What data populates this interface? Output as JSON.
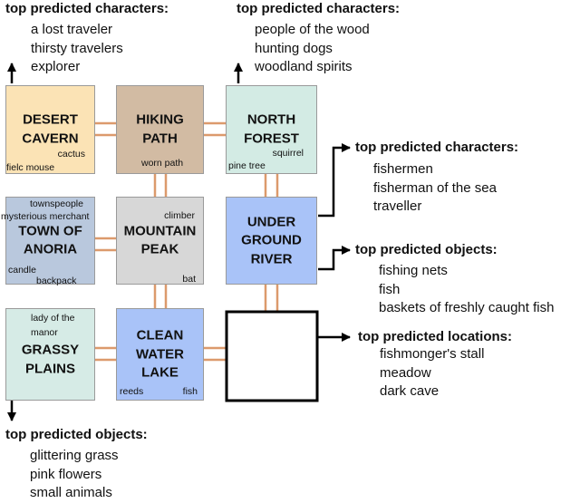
{
  "colors": {
    "desert": "#fbe3b5",
    "path": "#d2bba3",
    "forest": "#d3ebe4",
    "town": "#b9c8dd",
    "mountain": "#d7d7d7",
    "river": "#a9c3f8",
    "grassy": "#d6ebe6",
    "lake": "#a9c3f8",
    "connector": "#dc9a6c"
  },
  "panels": {
    "top_left": {
      "heading": "top predicted characters:",
      "items": [
        "a lost traveler",
        "thirsty travelers",
        "explorer"
      ]
    },
    "top_right": {
      "heading": "top predicted characters:",
      "items": [
        "people of the wood",
        "hunting dogs",
        "woodland spirits"
      ]
    },
    "river_characters": {
      "heading": "top predicted characters:",
      "items": [
        "fishermen",
        "fisherman of the sea",
        "traveller"
      ]
    },
    "river_objects": {
      "heading": "top predicted objects:",
      "items": [
        "fishing nets",
        "fish",
        "baskets of freshly caught fish"
      ]
    },
    "empty_locations": {
      "heading": "top predicted locations:",
      "items": [
        "fishmonger's stall",
        "meadow",
        "dark cave"
      ]
    },
    "bottom_left": {
      "heading": "top predicted objects:",
      "items": [
        "glittering grass",
        "pink flowers",
        "small animals"
      ]
    }
  },
  "rooms": {
    "desert": {
      "name": "DESERT\nCAVERN",
      "ann": [
        "cactus",
        "fielc mouse"
      ]
    },
    "path": {
      "name": "HIKING\nPATH",
      "ann": [
        "worn path"
      ]
    },
    "forest": {
      "name": "NORTH\nFOREST",
      "ann": [
        "squirrel",
        "pine tree"
      ]
    },
    "town": {
      "name": "TOWN OF\nANORIA",
      "ann": [
        "townspeople",
        "mysterious merchant",
        "candle",
        "backpack"
      ]
    },
    "mountain": {
      "name": "MOUNTAIN\nPEAK",
      "ann": [
        "climber",
        "bat"
      ]
    },
    "river": {
      "name": "UNDER\nGROUND\nRIVER",
      "ann": []
    },
    "grassy": {
      "name": "GRASSY\nPLAINS",
      "ann": [
        "lady of the",
        "manor"
      ]
    },
    "lake": {
      "name": "CLEAN\nWATER\nLAKE",
      "ann": [
        "reeds",
        "fish"
      ]
    }
  }
}
